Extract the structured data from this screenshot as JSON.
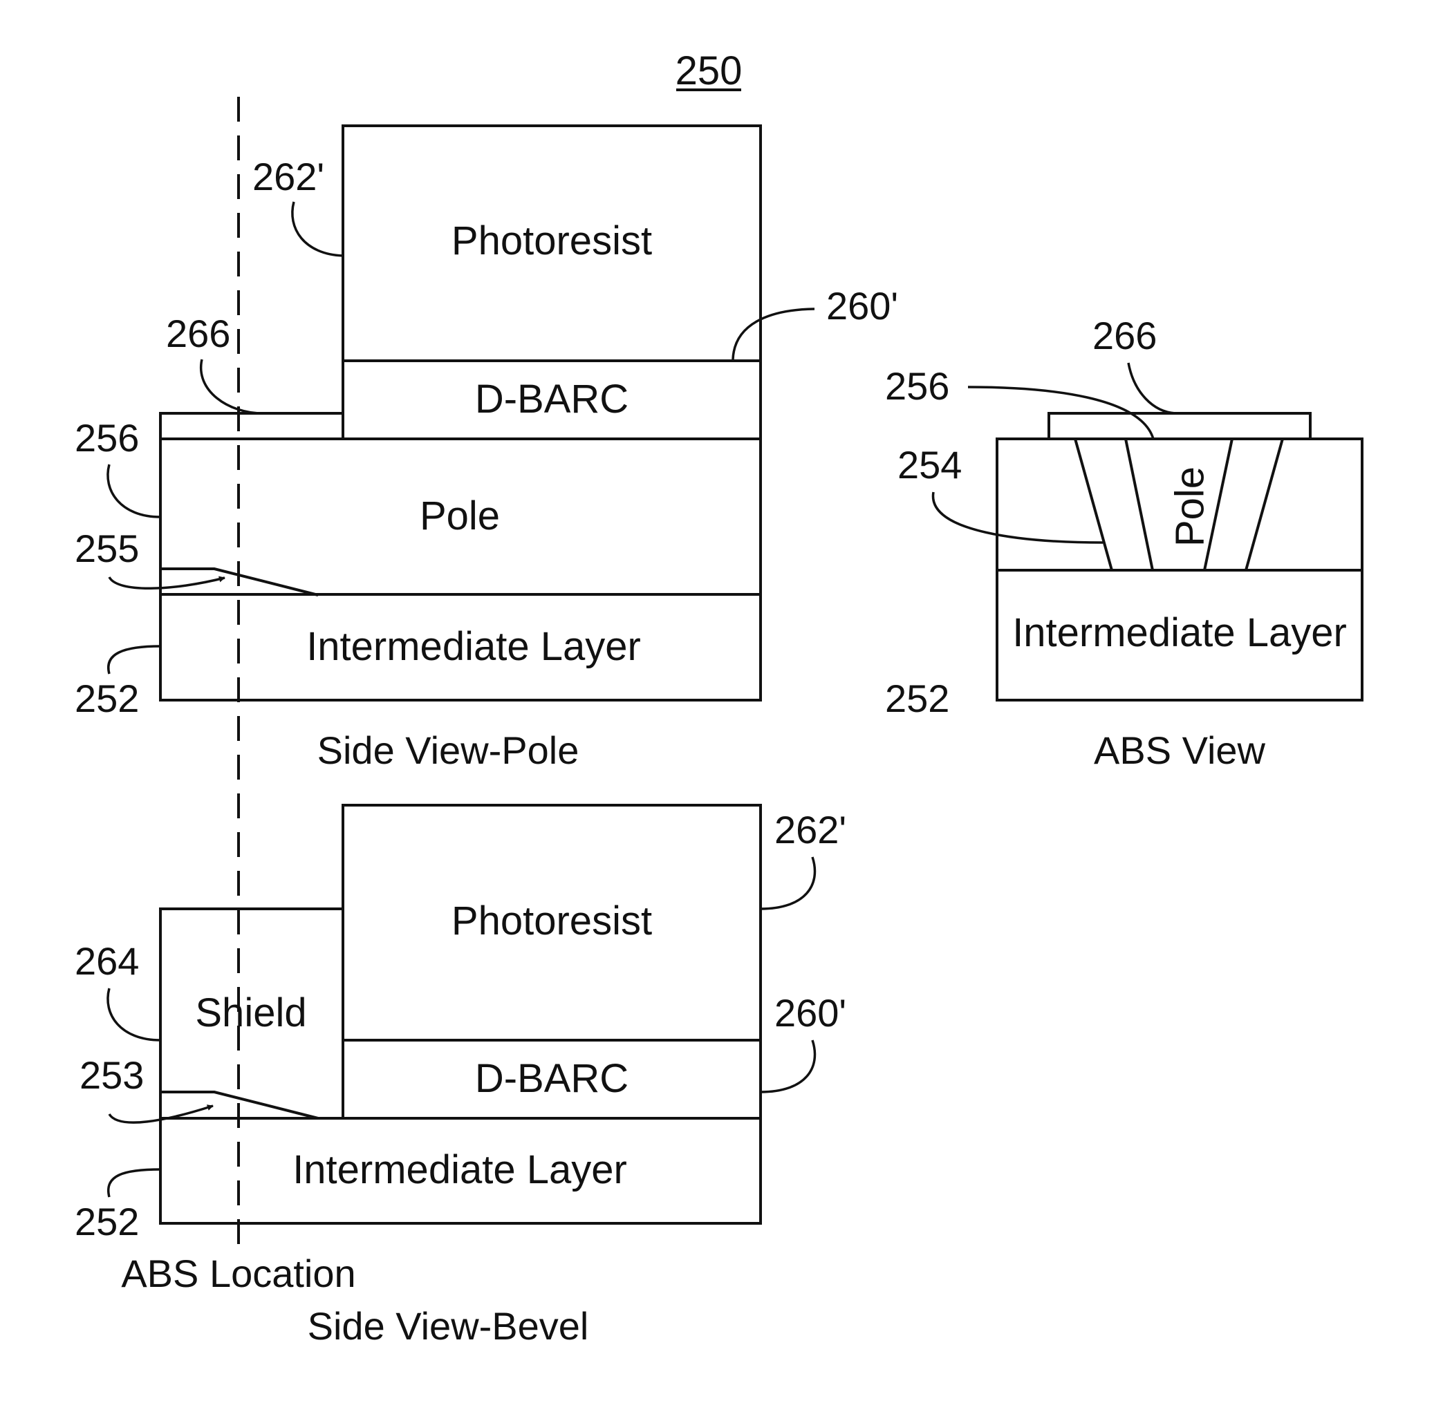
{
  "figure_number": "250",
  "side_view_pole": {
    "caption": "Side View-Pole",
    "layers": {
      "photoresist": "Photoresist",
      "dbarc": "D-BARC",
      "pole": "Pole",
      "intermediate": "Intermediate Layer"
    },
    "refs": {
      "r262": "262'",
      "r260": "260'",
      "r266": "266",
      "r256": "256",
      "r255": "255",
      "r252": "252"
    }
  },
  "abs_view": {
    "caption": "ABS View",
    "layers": {
      "pole": "Pole",
      "intermediate": "Intermediate Layer"
    },
    "refs": {
      "r266": "266",
      "r256": "256",
      "r254": "254",
      "r252": "252"
    }
  },
  "side_view_bevel": {
    "caption": "Side View-Bevel",
    "layers": {
      "photoresist": "Photoresist",
      "dbarc": "D-BARC",
      "shield": "Shield",
      "intermediate": "Intermediate Layer"
    },
    "refs": {
      "r262": "262'",
      "r260": "260'",
      "r264": "264",
      "r253": "253",
      "r252": "252"
    }
  },
  "abs_location_label": "ABS Location"
}
